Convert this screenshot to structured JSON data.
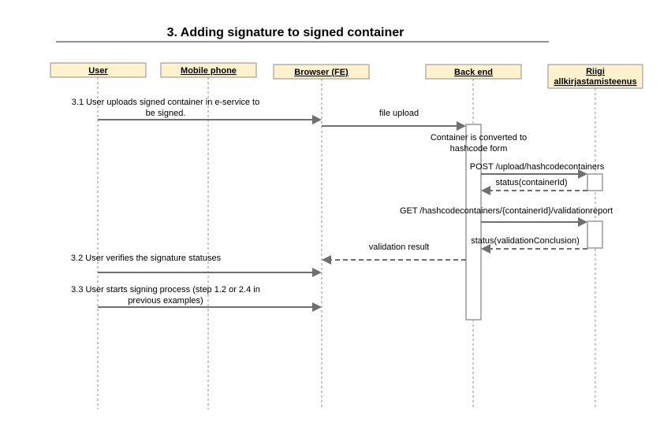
{
  "title": "3. Adding signature to signed container",
  "actors": [
    {
      "id": "user",
      "lines": [
        "User"
      ]
    },
    {
      "id": "mobile",
      "lines": [
        "Mobile phone"
      ]
    },
    {
      "id": "browser",
      "lines": [
        "Browser (FE)"
      ]
    },
    {
      "id": "backend",
      "lines": [
        "Back end"
      ]
    },
    {
      "id": "riigi",
      "lines": [
        "Riigi",
        "allkirjastamisteenus"
      ]
    }
  ],
  "messages": [
    {
      "id": "m31",
      "from": "user",
      "to": "browser",
      "style": "solid",
      "label": [
        "3.1 User uploads signed container in e-service to",
        "be signed."
      ]
    },
    {
      "id": "m-upload",
      "from": "browser",
      "to": "backend",
      "style": "solid",
      "label": [
        "file upload"
      ]
    },
    {
      "id": "m-post",
      "from": "backend",
      "to": "riigi",
      "style": "solid",
      "label": [
        "POST /upload/hashcodecontainers"
      ]
    },
    {
      "id": "m-status1",
      "from": "riigi",
      "to": "backend",
      "style": "dashed",
      "label": [
        "status(containerId)"
      ]
    },
    {
      "id": "m-get",
      "from": "backend",
      "to": "riigi",
      "style": "solid",
      "label": [
        "GET /hashcodecontainers/{containerId}/validationreport"
      ]
    },
    {
      "id": "m-status2",
      "from": "riigi",
      "to": "backend",
      "style": "dashed",
      "label": [
        "status(validationConclusion)"
      ]
    },
    {
      "id": "m-valres",
      "from": "backend",
      "to": "browser",
      "style": "dashed",
      "label": [
        "validation result"
      ]
    },
    {
      "id": "m32",
      "from": "user",
      "to": "browser",
      "style": "solid",
      "label": [
        "3.2 User verifies the signature statuses"
      ]
    },
    {
      "id": "m33",
      "from": "user",
      "to": "browser",
      "style": "solid",
      "label": [
        "3.3 User starts signing process (step 1.2 or 2.4 in",
        "previous examples)"
      ]
    }
  ],
  "notes": [
    {
      "id": "note-convert",
      "lines": [
        "Container is converted to",
        "hashcode form"
      ]
    }
  ]
}
